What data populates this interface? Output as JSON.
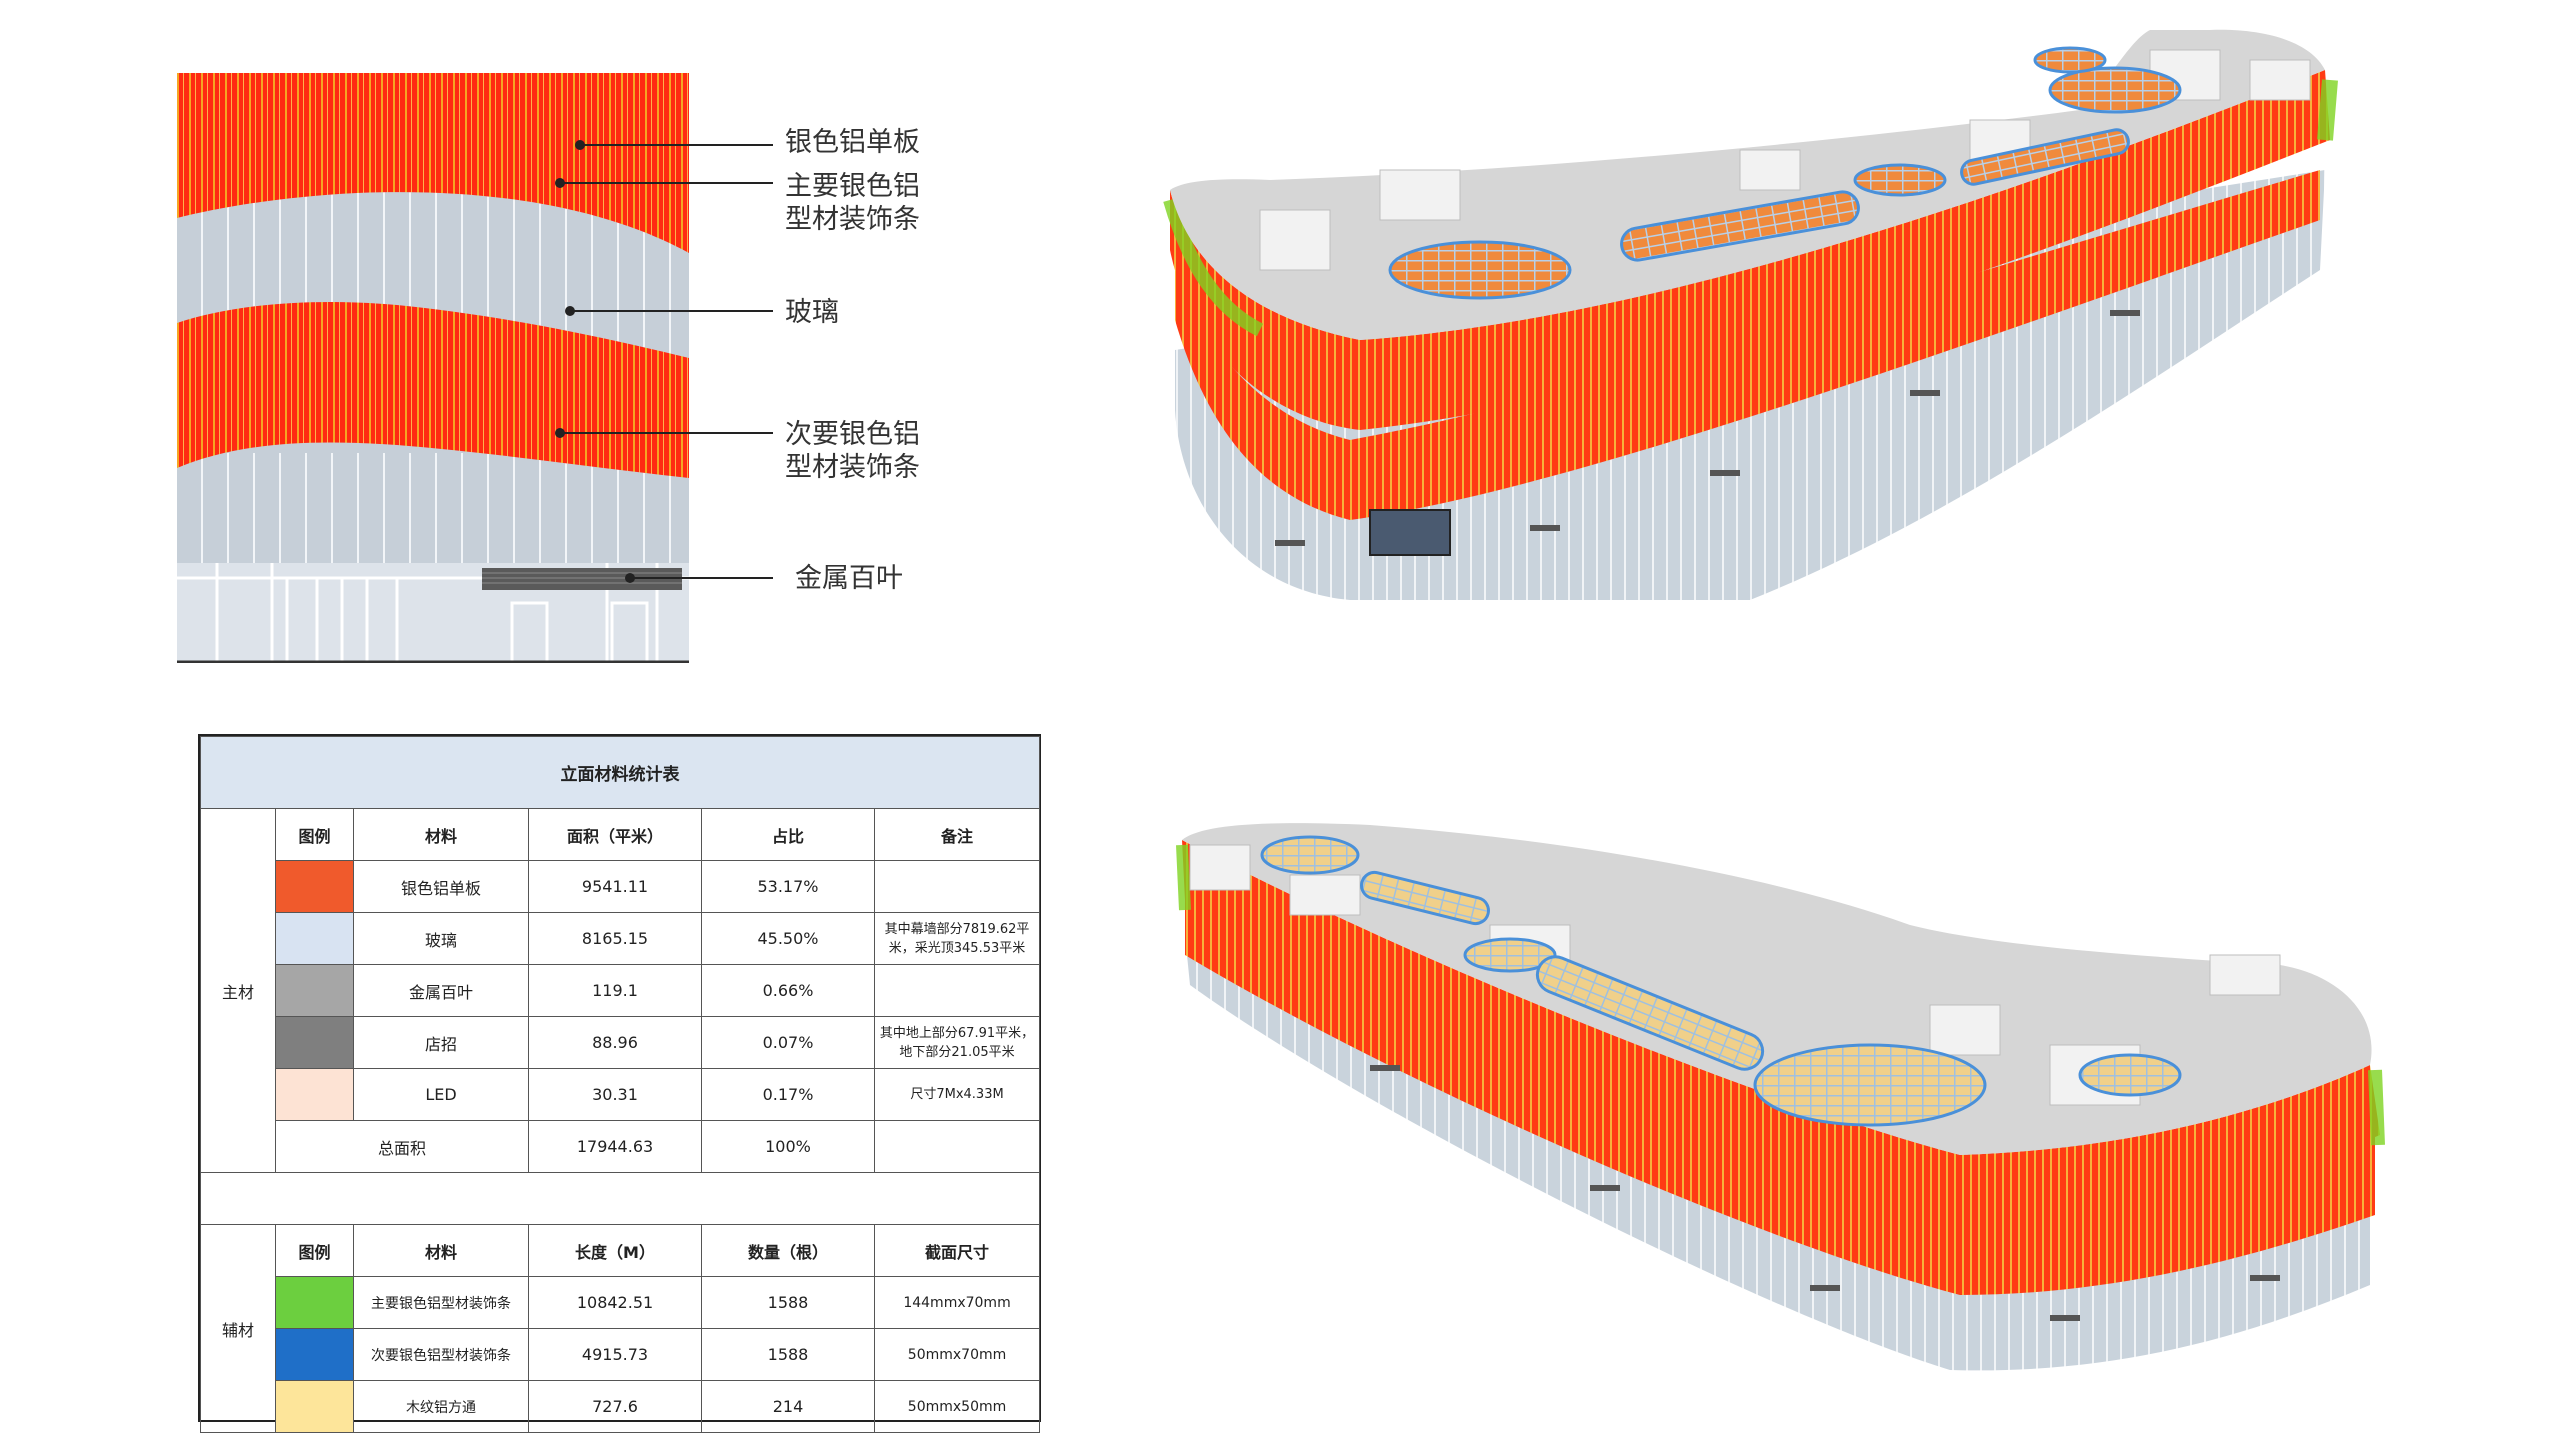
{
  "callouts": {
    "silver_panel": "银色铝单板",
    "main_strip_line1": "主要银色铝",
    "main_strip_line2": "型材装饰条",
    "glass": "玻璃",
    "secondary_strip_line1": "次要银色铝",
    "secondary_strip_line2": "型材装饰条",
    "louver": "金属百叶"
  },
  "table": {
    "title": "立面材料统计表",
    "main_label": "主材",
    "aux_label": "辅材",
    "main_headers": [
      "图例",
      "材料",
      "面积（平米）",
      "占比",
      "备注"
    ],
    "main_rows": [
      {
        "color": "#f05a2c",
        "material": "银色铝单板",
        "area": "9541.11",
        "ratio": "53.17%",
        "note": ""
      },
      {
        "color": "#d8e3f2",
        "material": "玻璃",
        "area": "8165.15",
        "ratio": "45.50%",
        "note": "其中幕墙部分7819.62平米，采光顶345.53平米"
      },
      {
        "color": "#a6a6a6",
        "material": "金属百叶",
        "area": "119.1",
        "ratio": "0.66%",
        "note": ""
      },
      {
        "color": "#7f7f7f",
        "material": "店招",
        "area": "88.96",
        "ratio": "0.07%",
        "note": "其中地上部分67.91平米，地下部分21.05平米"
      },
      {
        "color": "#fde3d4",
        "material": "LED",
        "area": "30.31",
        "ratio": "0.17%",
        "note": "尺寸7Mx4.33M"
      }
    ],
    "total_label": "总面积",
    "total_area": "17944.63",
    "total_ratio": "100%",
    "aux_headers": [
      "图例",
      "材料",
      "长度（M）",
      "数量（根）",
      "截面尺寸"
    ],
    "aux_rows": [
      {
        "color": "#6ccf3f",
        "material": "主要银色铝型材装饰条",
        "length": "10842.51",
        "qty": "1588",
        "section": "144mmx70mm"
      },
      {
        "color": "#1f6fc8",
        "material": "次要银色铝型材装饰条",
        "length": "4915.73",
        "qty": "1588",
        "section": "50mmx70mm"
      },
      {
        "color": "#fde59a",
        "material": "木纹铝方通",
        "length": "727.6",
        "qty": "214",
        "section": "50mmx50mm"
      }
    ]
  },
  "colors": {
    "panel_red": "#ff2a12",
    "stripe_orange": "#f5a623",
    "stripe_green": "#7ed321",
    "glass": "#c9d3dc",
    "roof": "#d9d9d9",
    "skylight": "#f08a3c"
  }
}
